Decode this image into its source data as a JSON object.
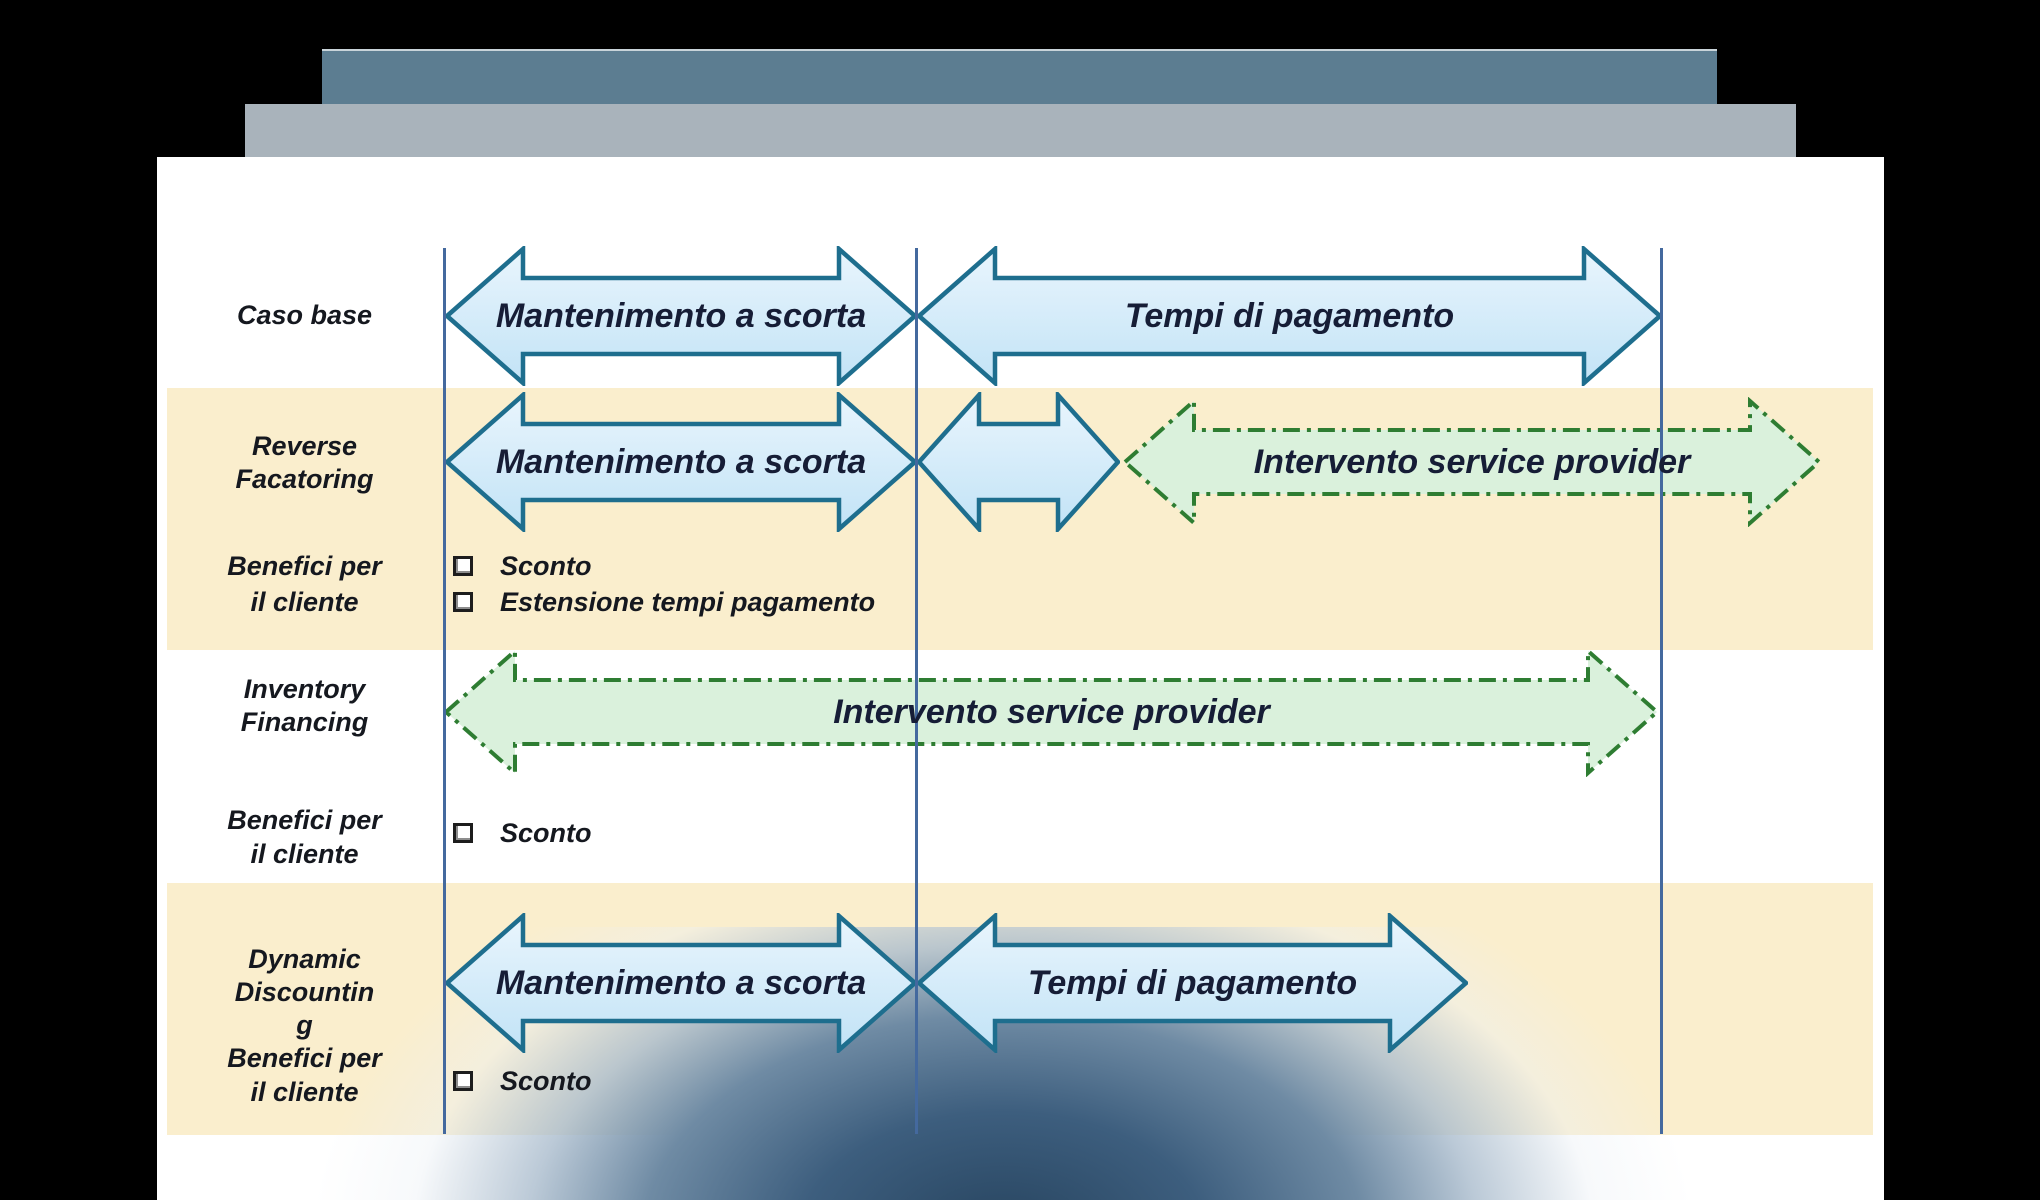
{
  "window": {
    "background": "#000000"
  },
  "header_bars": {
    "accent_bar_color": "#5c7d91",
    "sub_bar_color": "#a9b3bb"
  },
  "palette": {
    "slide": "#ffffff",
    "band": "#faeecd",
    "blue_arrow_fill": "#cde9f8",
    "blue_arrow_stroke": "#1e6e8e",
    "green_arrow_fill": "#daf1dc",
    "green_arrow_stroke": "#2e7d32",
    "timeline_line": "#44699e",
    "text": "#15181f",
    "vignette": "#27445f"
  },
  "diagram": {
    "rows": [
      {
        "id": "caso-base",
        "label_lines": [
          "Caso base"
        ],
        "arrows": [
          {
            "type": "blue",
            "label": "Mantenimento a scorta"
          },
          {
            "type": "blue",
            "label": "Tempi di pagamento"
          }
        ]
      },
      {
        "id": "reverse-factoring",
        "label_lines": [
          "Reverse",
          "Facatoring"
        ],
        "arrows": [
          {
            "type": "blue",
            "label": "Mantenimento a scorta"
          },
          {
            "type": "blue",
            "label": ""
          },
          {
            "type": "green",
            "label": "Intervento service provider"
          }
        ],
        "benefits": {
          "label_lines": [
            "Benefici per",
            "il cliente"
          ],
          "items": [
            "Sconto",
            "Estensione tempi pagamento"
          ]
        }
      },
      {
        "id": "inventory-financing",
        "label_lines": [
          "Inventory",
          "Financing"
        ],
        "arrows": [
          {
            "type": "green",
            "label": "Intervento service provider"
          }
        ],
        "benefits": {
          "label_lines": [
            "Benefici per",
            "il cliente"
          ],
          "items": [
            "Sconto"
          ]
        }
      },
      {
        "id": "dynamic-discounting",
        "label_lines": [
          "Dynamic",
          "Discountin",
          "g"
        ],
        "arrows": [
          {
            "type": "blue",
            "label": "Mantenimento a scorta"
          },
          {
            "type": "blue",
            "label": "Tempi di pagamento"
          }
        ],
        "benefits": {
          "label_lines": [
            "Benefici per",
            "il cliente"
          ],
          "items": [
            "Sconto"
          ]
        }
      }
    ]
  }
}
